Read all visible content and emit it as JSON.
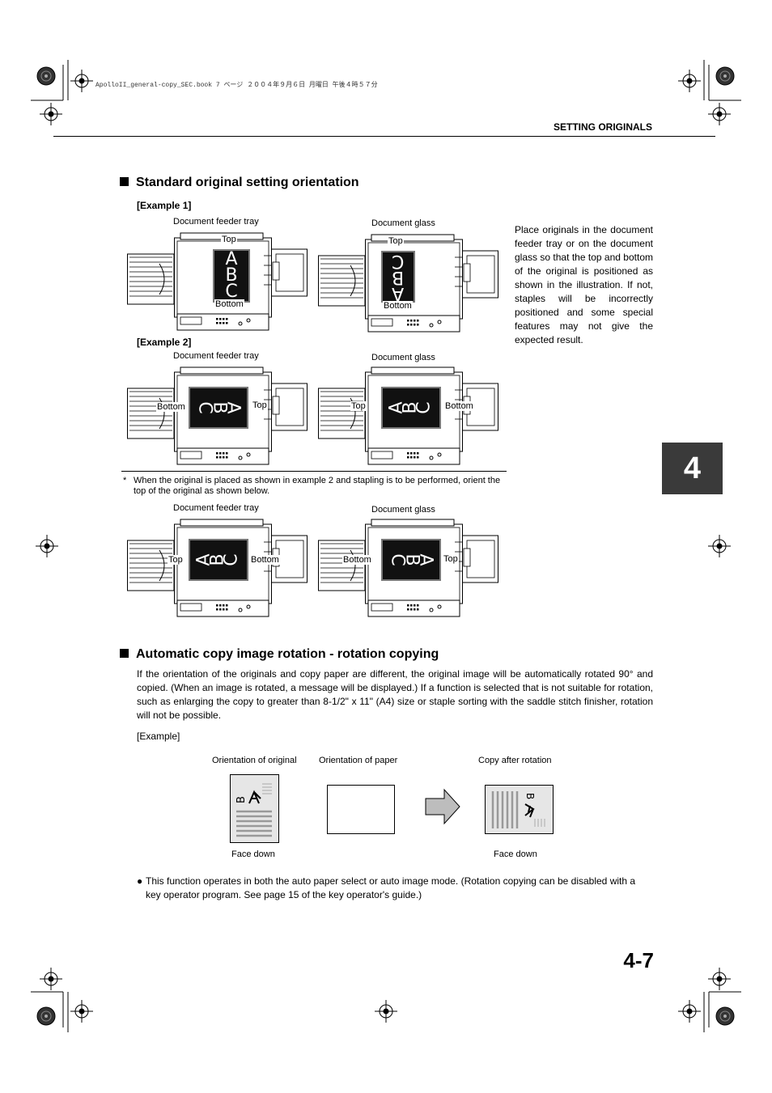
{
  "file_info": "ApolloII_general-copy_SEC.book  7 ページ  ２００４年９月６日  月曜日  午後４時５７分",
  "section_header": "SETTING ORIGINALS",
  "chapter_tab": "4",
  "page_number": "4-7",
  "section1": {
    "heading": "Standard original setting orientation",
    "example1": {
      "label": "[Example 1]",
      "left_caption": "Document feeder tray",
      "right_caption": "Document glass",
      "left_top": "Top",
      "left_bottom": "Bottom",
      "right_top": "Top",
      "right_bottom": "Bottom"
    },
    "example2": {
      "label": "[Example 2]",
      "left_caption": "Document feeder tray",
      "right_caption": "Document glass",
      "left_label_a": "Bottom",
      "left_label_b": "Top",
      "right_label_a": "Top",
      "right_label_b": "Bottom"
    },
    "side_text": "Place originals in the document feeder tray or on the document glass so that the top and bottom of the original is positioned as shown in the illustration. If not, staples will be incorrectly positioned and some special features may not give the expected result.",
    "footnote_mark": "*",
    "footnote": "When the original is placed as shown in example 2 and stapling is to be performed, orient the top of the original as shown below.",
    "example3": {
      "left_caption": "Document feeder tray",
      "right_caption": "Document glass",
      "left_label_a": "Top",
      "left_label_b": "Bottom",
      "right_label_a": "Bottom",
      "right_label_b": "Top"
    },
    "letters": "ABC"
  },
  "section2": {
    "heading": "Automatic copy image rotation - rotation copying",
    "paragraph": "If the orientation of the originals and copy paper are different, the original image will be automatically rotated 90° and copied. (When an image is rotated, a message will be displayed.) If a function is selected that is not suitable for rotation, such as enlarging the copy to greater than 8-1/2\" x 11\" (A4) size or staple sorting with the saddle stitch finisher, rotation will not be possible.",
    "example_label": "[Example]",
    "caption_original": "Orientation of original",
    "caption_paper": "Orientation of paper",
    "caption_copy": "Copy after rotation",
    "face_down_left": "Face down",
    "face_down_right": "Face down",
    "bullet_mark": "●",
    "bullet": "This function operates in both the auto paper select or auto image mode. (Rotation copying can be disabled with a key operator program. See page 15 of the key operator's guide.)"
  }
}
